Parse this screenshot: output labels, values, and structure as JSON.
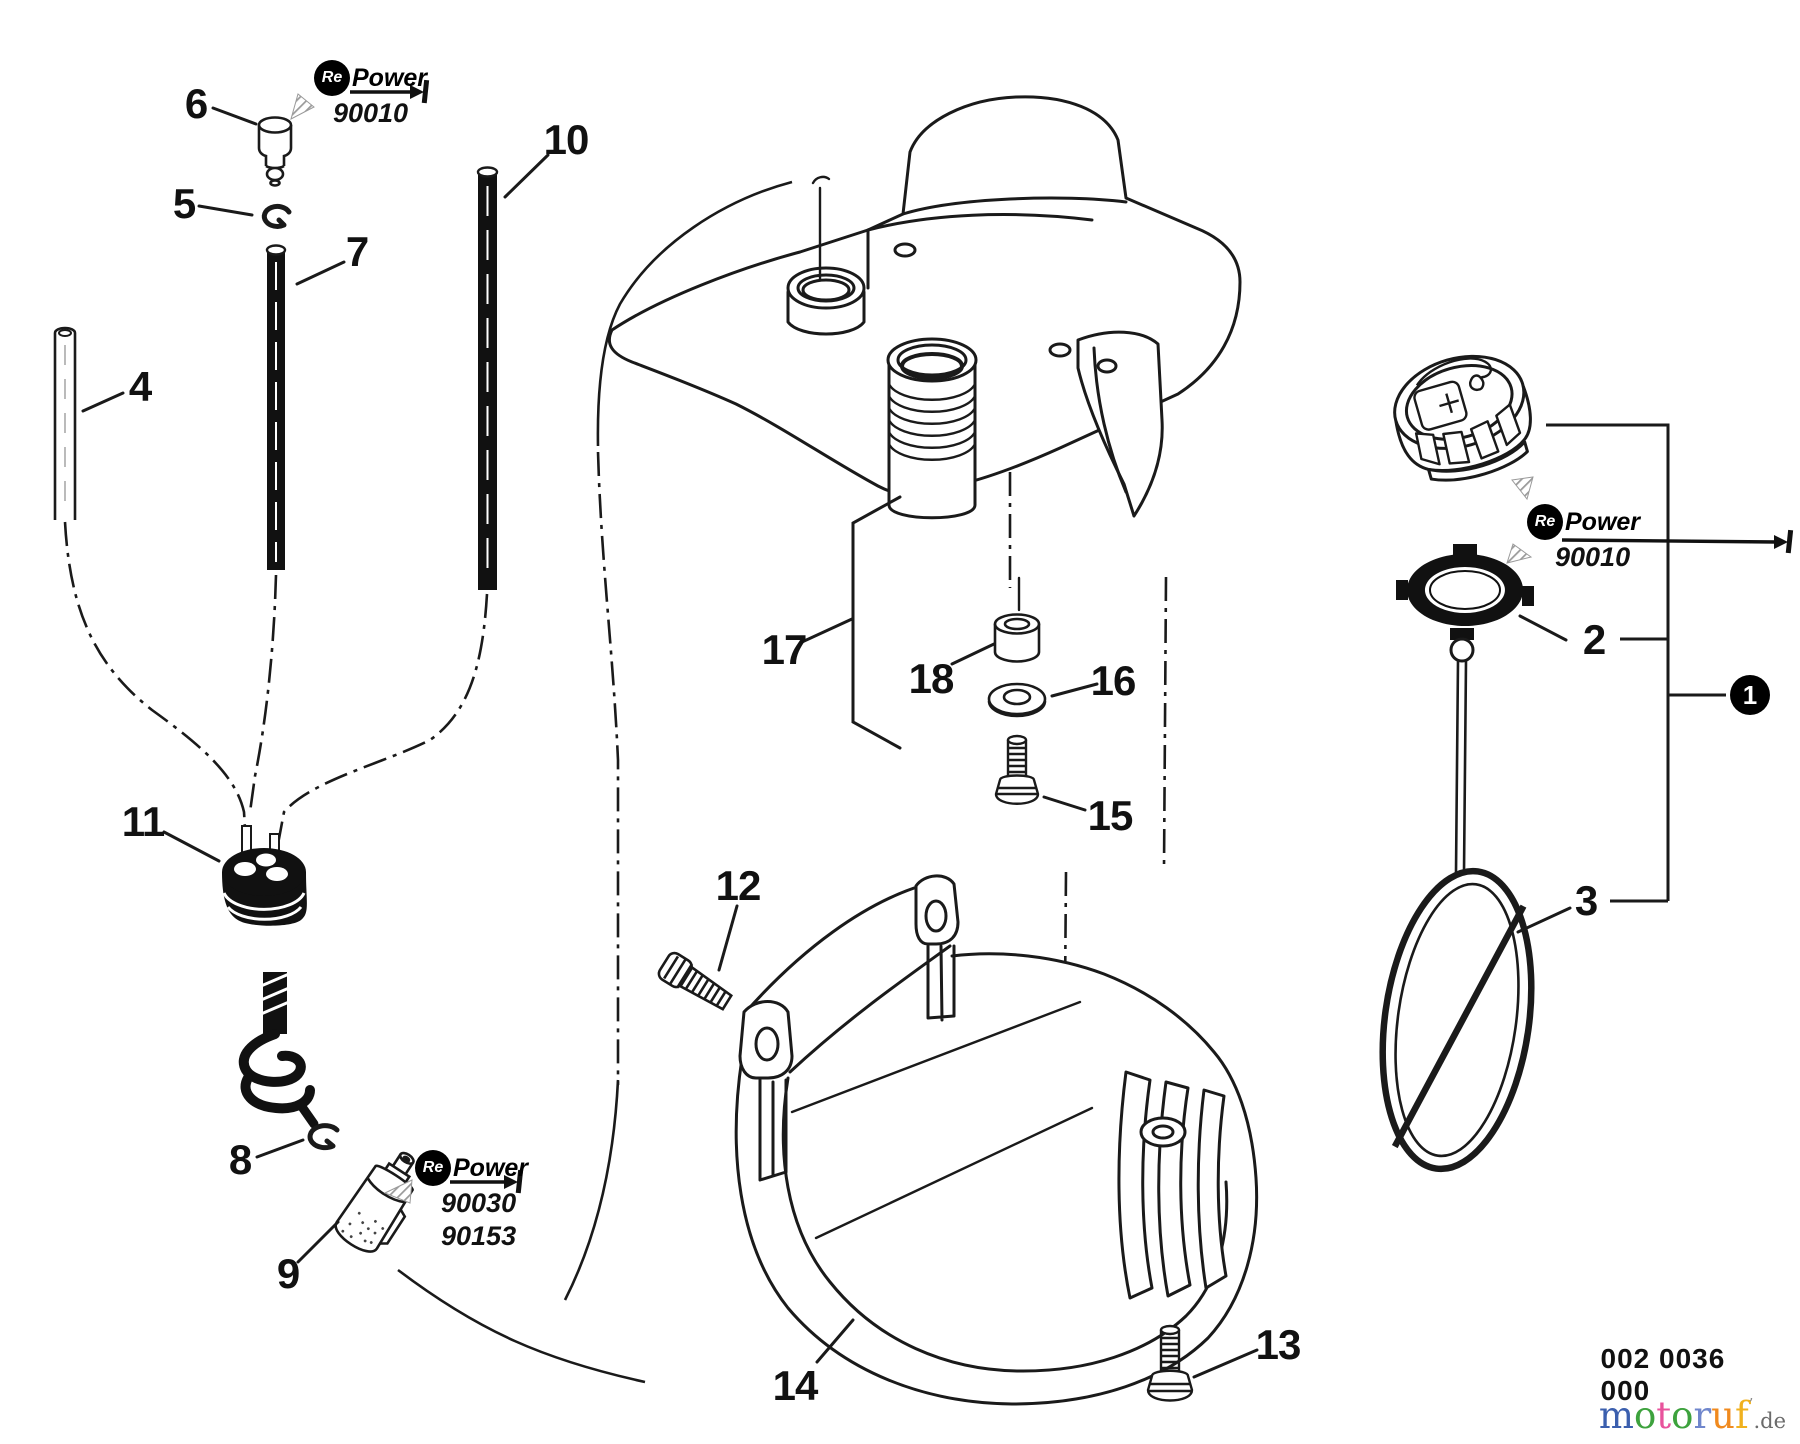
{
  "diagram": {
    "kind": "exploded-parts-diagram",
    "colors": {
      "line": "#1a1a1a",
      "background": "#ffffff",
      "fill_black": "#111111"
    },
    "icons": {
      "repower-logo": "black-circle-with-Re",
      "leader-arrow": "line-with-arrowhead-and-end-bar",
      "pointer-triangle": "hatched-gray-triangle"
    }
  },
  "callouts": [
    {
      "n": "1"
    },
    {
      "n": "2"
    },
    {
      "n": "3"
    },
    {
      "n": "4"
    },
    {
      "n": "5"
    },
    {
      "n": "6"
    },
    {
      "n": "7"
    },
    {
      "n": "8"
    },
    {
      "n": "9"
    },
    {
      "n": "10"
    },
    {
      "n": "11"
    },
    {
      "n": "12"
    },
    {
      "n": "13"
    },
    {
      "n": "14"
    },
    {
      "n": "15"
    },
    {
      "n": "16"
    },
    {
      "n": "17"
    },
    {
      "n": "18"
    }
  ],
  "badges": [
    {
      "re": "Re",
      "power": "Power",
      "codes": [
        "90010"
      ]
    },
    {
      "re": "Re",
      "power": "Power",
      "codes": [
        "90010"
      ]
    },
    {
      "re": "Re",
      "power": "Power",
      "codes": [
        "90030",
        "90153"
      ]
    }
  ],
  "footer": {
    "drawing_number": "002 0036 000",
    "brand_letters": [
      {
        "ch": "m"
      },
      {
        "ch": "o"
      },
      {
        "ch": "t"
      },
      {
        "ch": "o"
      },
      {
        "ch": "r"
      },
      {
        "ch": "u"
      },
      {
        "ch": "f"
      }
    ],
    "brand_mark": "’",
    "brand_suffix": ".de",
    "brand_colors": [
      "#3b5fae",
      "#3da23d",
      "#e8539c",
      "#3da23d",
      "#6f86cc",
      "#f08a1e",
      "#f0b11e"
    ]
  }
}
